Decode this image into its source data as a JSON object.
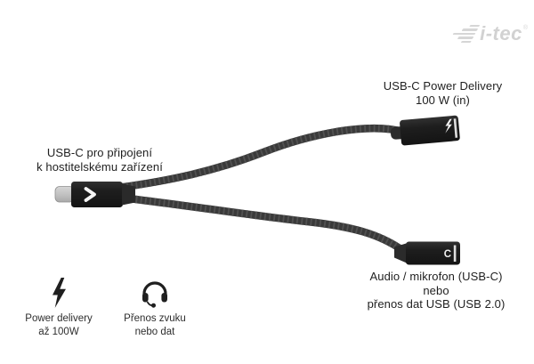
{
  "brand": {
    "name": "i-tec",
    "registered": "®"
  },
  "labels": {
    "host": {
      "line1": "USB-C pro připojení",
      "line2": "k hostitelskému zařízení"
    },
    "power": {
      "line1": "USB-C Power Delivery",
      "line2": "100 W (in)"
    },
    "audio": {
      "line1": "Audio / mikrofon (USB-C)",
      "line2": "nebo",
      "line3": "přenos dat USB (USB 2.0)"
    }
  },
  "features": {
    "power": {
      "icon": "lightning-icon",
      "line1": "Power delivery",
      "line2": "až 100W"
    },
    "audio": {
      "icon": "headset-icon",
      "line1": "Přenos zvuku",
      "line2": "nebo dat"
    }
  },
  "connectors": {
    "audio_glyph": "C"
  },
  "colors": {
    "background": "#ffffff",
    "text": "#1f1f1f",
    "cable": "#3a3a3a",
    "connector_body": "#1d1d1d",
    "metal_tip": "#c5c5c5",
    "logo": "#d4d4d4"
  }
}
